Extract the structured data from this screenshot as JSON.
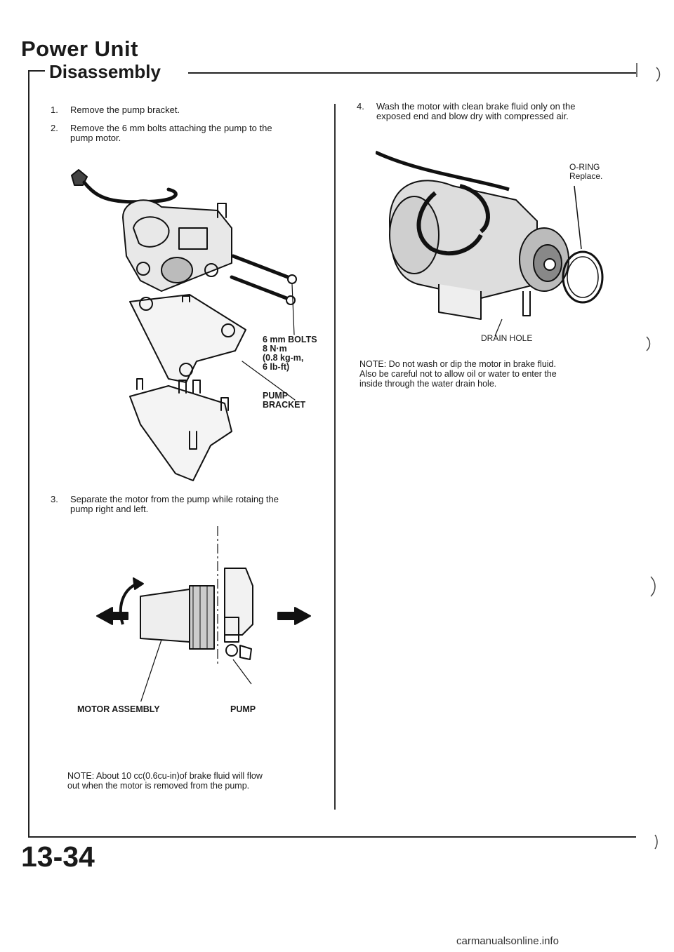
{
  "header": {
    "title": "Power Unit",
    "section": "Disassembly"
  },
  "steps": [
    {
      "num": "1.",
      "line1": "Remove the pump bracket."
    },
    {
      "num": "2.",
      "line1": "Remove the 6 mm bolts attaching the pump to the",
      "line2": "pump motor."
    },
    {
      "num": "3.",
      "line1": "Separate the motor from the pump while rotaing the",
      "line2": "pump right and left."
    },
    {
      "num": "4.",
      "line1": "Wash the motor with clean brake fluid only on the",
      "line2": "exposed end and blow dry with compressed air."
    }
  ],
  "figure1": {
    "bolts_label": [
      "6 mm BOLTS",
      "8 N·m",
      "(0.8 kg-m,",
      "6 lb-ft)"
    ],
    "bracket_label": [
      "PUMP",
      "BRACKET"
    ]
  },
  "figure2": {
    "motor_label": "MOTOR ASSEMBLY",
    "pump_label": "PUMP",
    "note": [
      "NOTE: About 10 cc(0.6cu-in)of brake fluid will flow",
      "out when the motor is removed from the pump."
    ]
  },
  "figure3": {
    "oring_label": "O-RING",
    "oring_sub": "Replace.",
    "drain_label": "DRAIN HOLE",
    "note": [
      "NOTE: Do not wash or dip the motor in brake fluid.",
      "Also be careful not to allow oil or water to enter the",
      "inside through the water drain hole."
    ]
  },
  "footer": {
    "page_number": "13-34",
    "watermark": "carmanualsonline.info"
  }
}
